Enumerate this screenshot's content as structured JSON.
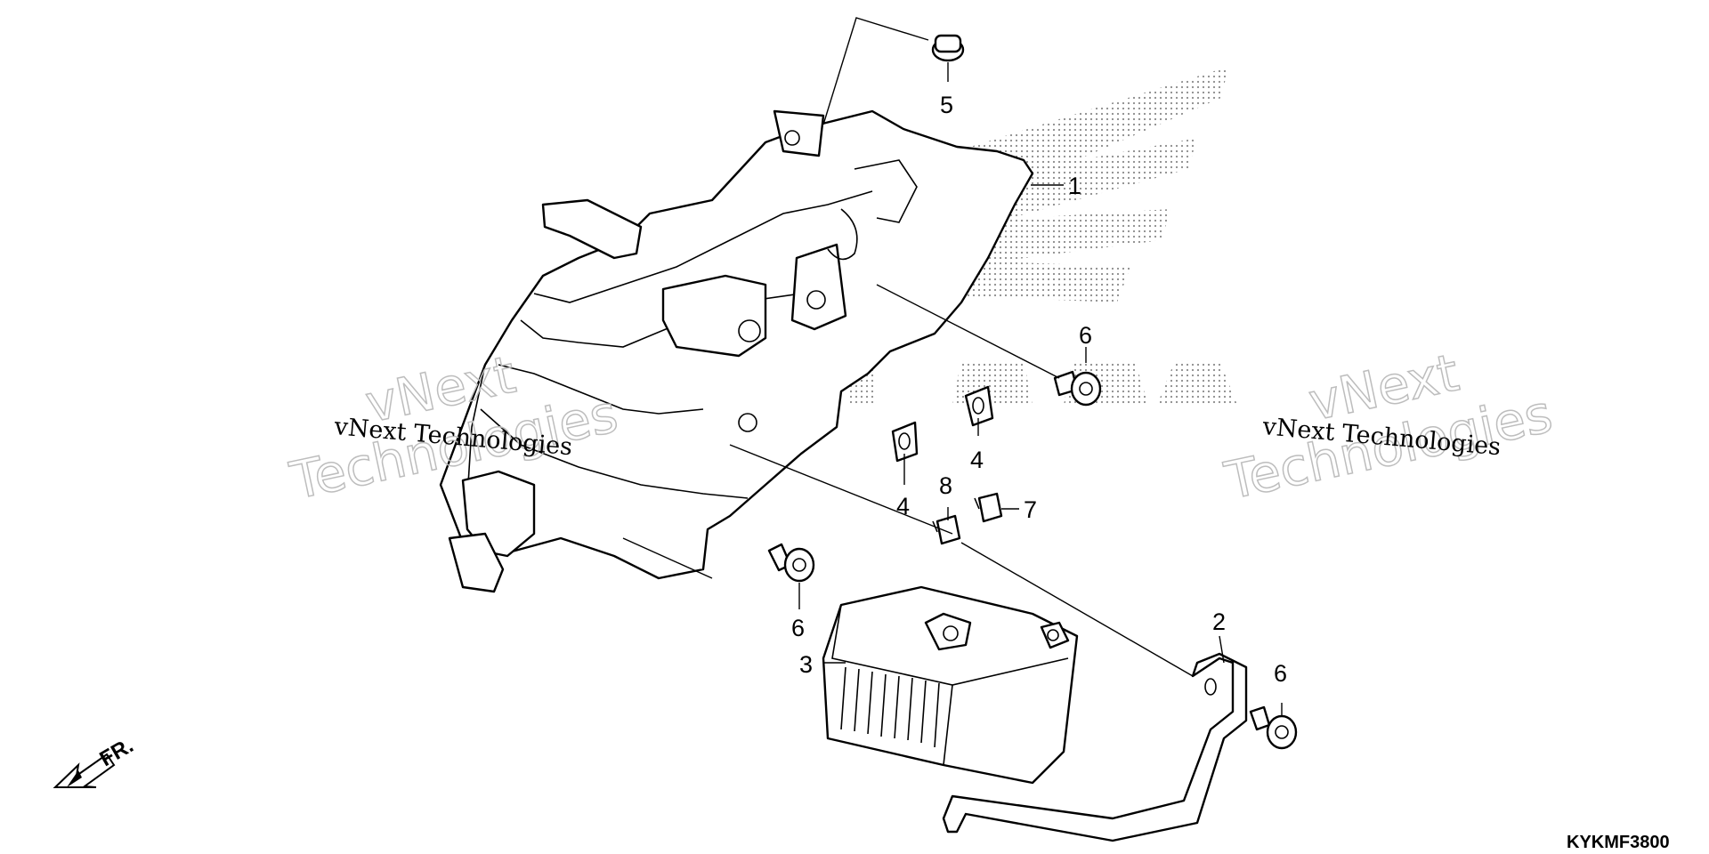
{
  "labels": {
    "p1": "1",
    "p2": "2",
    "p3": "3",
    "p4a": "4",
    "p4b": "4",
    "p5": "5",
    "p6a": "6",
    "p6b": "6",
    "p6c": "6",
    "p7": "7",
    "p8": "8"
  },
  "front_indicator": "FR.",
  "diagram_code": "KYKMF3800",
  "watermark": {
    "line1": "vNext",
    "line2": "Technologies",
    "small": "vNext Technologies"
  }
}
